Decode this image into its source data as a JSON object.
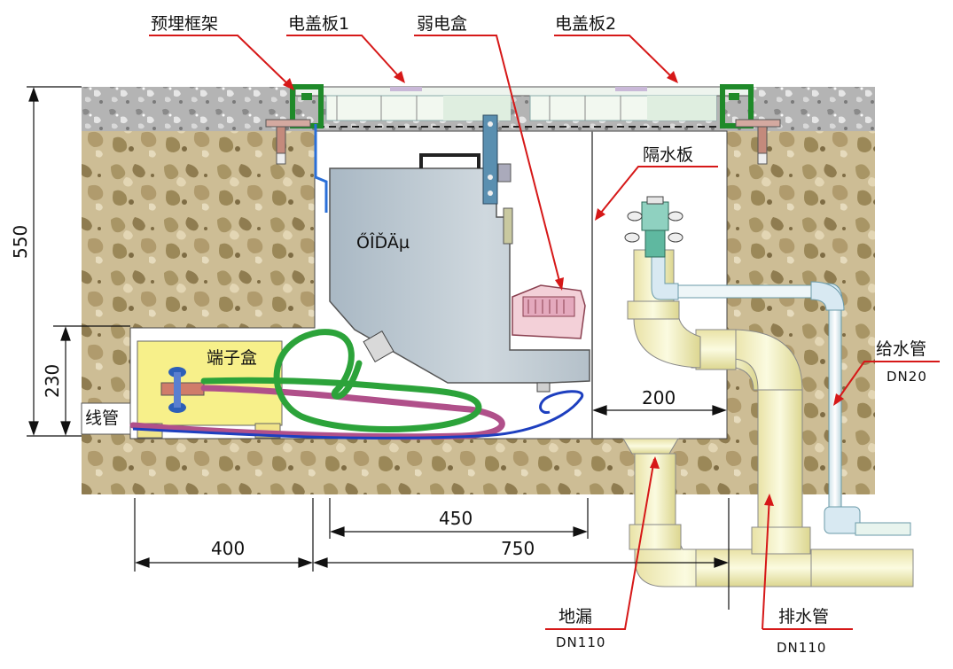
{
  "labels": {
    "frame": "预埋框架",
    "cover1": "电盖板1",
    "weak_box": "弱电盒",
    "cover2": "电盖板2",
    "partition": "隔水板",
    "machine": "ŐÎĎÄµ",
    "terminal_box": "端子盒",
    "conduit": "线管",
    "water_supply": "给水管",
    "water_supply_dn": "DN20",
    "floor_drain": "地漏",
    "floor_drain_dn": "DN110",
    "drain_pipe": "排水管",
    "drain_pipe_dn": "DN110"
  },
  "dimensions": {
    "height_total": "550",
    "height_low": "230",
    "width_200": "200",
    "width_450": "450",
    "width_400": "400",
    "width_750": "750"
  },
  "colors": {
    "soil": "#c9b88f",
    "concrete": "#a8a8a8",
    "frame_green": "#1f8a2a",
    "machine_gray": "#b7c3cc",
    "pipe_yellow": "#f0f0b8",
    "callout_red": "#d61818",
    "hose_green": "#2ca33a",
    "hose_purple": "#b0508a",
    "hose_blue": "#1d3fbf",
    "terminal_yellow": "#f7f08a"
  }
}
